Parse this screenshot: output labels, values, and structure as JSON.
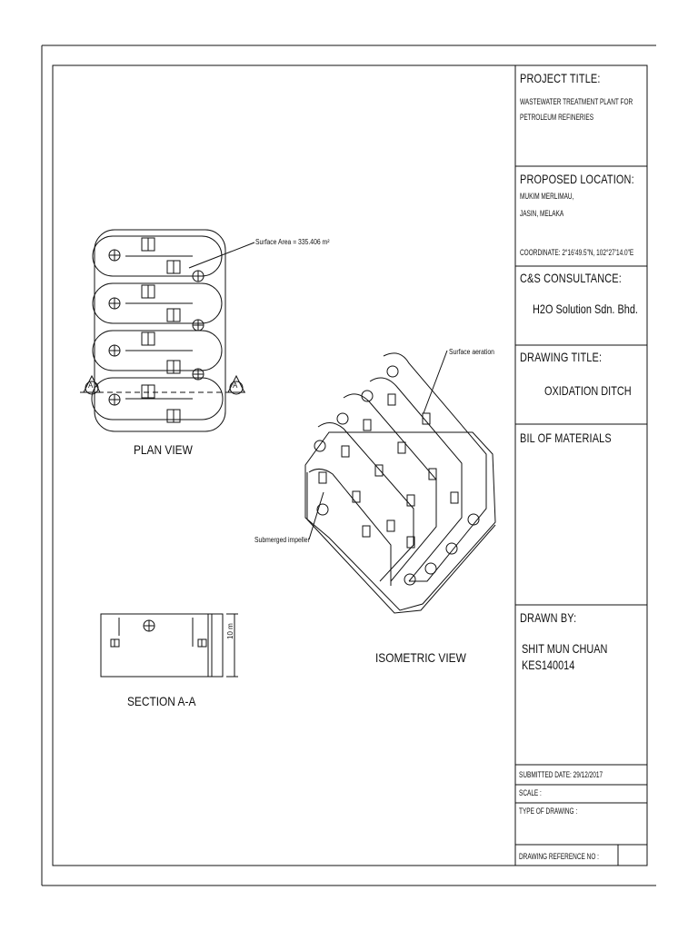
{
  "title_block": {
    "project_title_label": "PROJECT TITLE:",
    "project_title_line1": "WASTEWATER TREATMENT PLANT FOR",
    "project_title_line2": "PETROLEUM REFINERIES",
    "location_label": "PROPOSED LOCATION:",
    "location_line1": "MUKIM MERLIMAU,",
    "location_line2": "JASIN, MELAKA",
    "coordinate": "COORDINATE: 2°16'49.5\"N, 102°27'14.0\"E",
    "consultancy_label": "C&S CONSULTANCE:",
    "consultancy_name": "H2O Solution Sdn. Bhd.",
    "drawing_title_label": "DRAWING TITLE:",
    "drawing_title": "OXIDATION DITCH",
    "materials_label": "BIL OF MATERIALS",
    "drawn_by_label": "DRAWN BY:",
    "drawn_by_name": "SHIT MUN CHUAN",
    "drawn_by_id": "KES140014",
    "submitted_date": "SUBMITTED DATE: 29/12/2017",
    "scale_label": "SCALE :",
    "type_label": "TYPE OF DRAWING :",
    "reference_label": "DRAWING REFERENCE NO :"
  },
  "views": {
    "plan_view": "PLAN VIEW",
    "section_view": "SECTION A-A",
    "isometric_view": "ISOMETRIC VIEW",
    "section_marker": "A",
    "section_height": "10 m"
  },
  "annotations": {
    "surface_area": "Surface Area = 335.406 m²",
    "surface_aeration": "Surface aeration",
    "submerged_impeller": "Submerged impeller"
  }
}
